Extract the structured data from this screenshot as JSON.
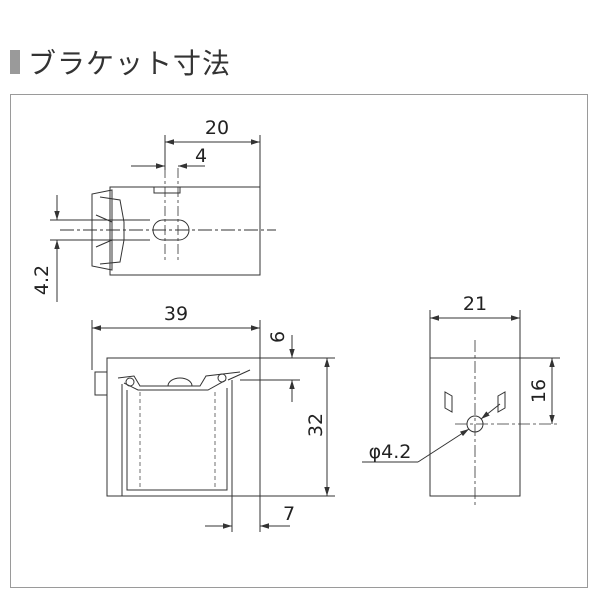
{
  "title": "ブラケット寸法",
  "colors": {
    "line": "#333333",
    "heading_bar": "#9a9a9a",
    "frame": "#9a9a9a"
  },
  "top_view": {
    "dim_width": "20",
    "dim_slot_width": "4",
    "dim_slot_height": "4.2"
  },
  "front_view": {
    "dim_width": "39",
    "dim_top_offset": "6",
    "dim_height": "32",
    "dim_bottom_offset": "7"
  },
  "side_view": {
    "dim_width": "21",
    "dim_hole_height": "16",
    "dim_hole_diameter": "φ4.2"
  }
}
